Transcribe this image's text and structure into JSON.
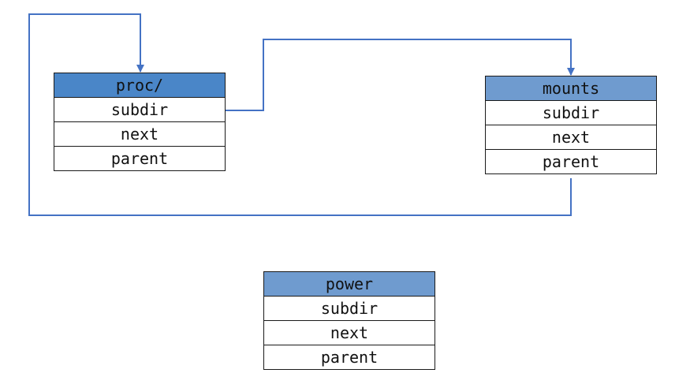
{
  "colors": {
    "header_proc": "#4A86C8",
    "header_other": "#6F9BCF",
    "connector": "#4472C4",
    "border": "#1a1a1a"
  },
  "nodes": {
    "proc": {
      "title": "proc/",
      "fields": [
        "subdir",
        "next",
        "parent"
      ]
    },
    "mounts": {
      "title": "mounts",
      "fields": [
        "subdir",
        "next",
        "parent"
      ]
    },
    "power": {
      "title": "power",
      "fields": [
        "subdir",
        "next",
        "parent"
      ]
    }
  }
}
